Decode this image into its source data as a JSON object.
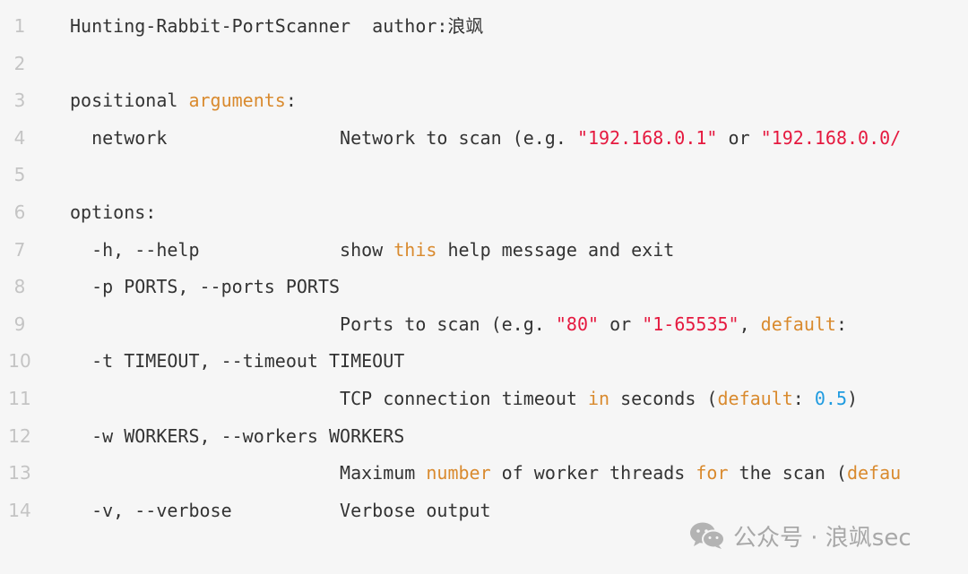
{
  "line_numbers": [
    "1",
    "2",
    "3",
    "4",
    "5",
    "6",
    "7",
    "8",
    "9",
    "10",
    "11",
    "12",
    "13",
    "14"
  ],
  "lines": [
    [
      {
        "text": "Hunting-Rabbit-PortScanner  author:浪飒",
        "style": "plain"
      }
    ],
    [],
    [
      {
        "text": "positional ",
        "style": "plain"
      },
      {
        "text": "arguments",
        "style": "kw"
      },
      {
        "text": ":",
        "style": "plain"
      }
    ],
    [
      {
        "text": "  network                Network to scan (e.g. ",
        "style": "plain"
      },
      {
        "text": "\"192.168.0.1\"",
        "style": "str"
      },
      {
        "text": " or ",
        "style": "plain"
      },
      {
        "text": "\"192.168.0.0/",
        "style": "str"
      }
    ],
    [],
    [
      {
        "text": "options:",
        "style": "plain"
      }
    ],
    [
      {
        "text": "  -h, --help             show ",
        "style": "plain"
      },
      {
        "text": "this",
        "style": "kw"
      },
      {
        "text": " help message and exit",
        "style": "plain"
      }
    ],
    [
      {
        "text": "  -p PORTS, --ports PORTS",
        "style": "plain"
      }
    ],
    [
      {
        "text": "                         Ports to scan (e.g. ",
        "style": "plain"
      },
      {
        "text": "\"80\"",
        "style": "str"
      },
      {
        "text": " or ",
        "style": "plain"
      },
      {
        "text": "\"1-65535\"",
        "style": "str"
      },
      {
        "text": ", ",
        "style": "plain"
      },
      {
        "text": "default",
        "style": "kw"
      },
      {
        "text": ":",
        "style": "plain"
      }
    ],
    [
      {
        "text": "  -t TIMEOUT, --timeout TIMEOUT",
        "style": "plain"
      }
    ],
    [
      {
        "text": "                         TCP connection timeout ",
        "style": "plain"
      },
      {
        "text": "in",
        "style": "kw"
      },
      {
        "text": " seconds (",
        "style": "plain"
      },
      {
        "text": "default",
        "style": "kw"
      },
      {
        "text": ": ",
        "style": "plain"
      },
      {
        "text": "0.5",
        "style": "num"
      },
      {
        "text": ")",
        "style": "plain"
      }
    ],
    [
      {
        "text": "  -w WORKERS, --workers WORKERS",
        "style": "plain"
      }
    ],
    [
      {
        "text": "                         Maximum ",
        "style": "plain"
      },
      {
        "text": "number",
        "style": "kw"
      },
      {
        "text": " of worker threads ",
        "style": "plain"
      },
      {
        "text": "for",
        "style": "kw"
      },
      {
        "text": " the scan (",
        "style": "plain"
      },
      {
        "text": "defau",
        "style": "kw"
      }
    ],
    [
      {
        "text": "  -v, --verbose          Verbose output",
        "style": "plain"
      }
    ]
  ],
  "watermark": {
    "icon": "wechat-icon",
    "text": "公众号 · 浪飒sec"
  },
  "colors": {
    "background": "#f6f6f6",
    "text": "#333333",
    "line_number": "#c4c4c4",
    "keyword": "#d98a2e",
    "string": "#e5193f",
    "number": "#1f9be0"
  }
}
